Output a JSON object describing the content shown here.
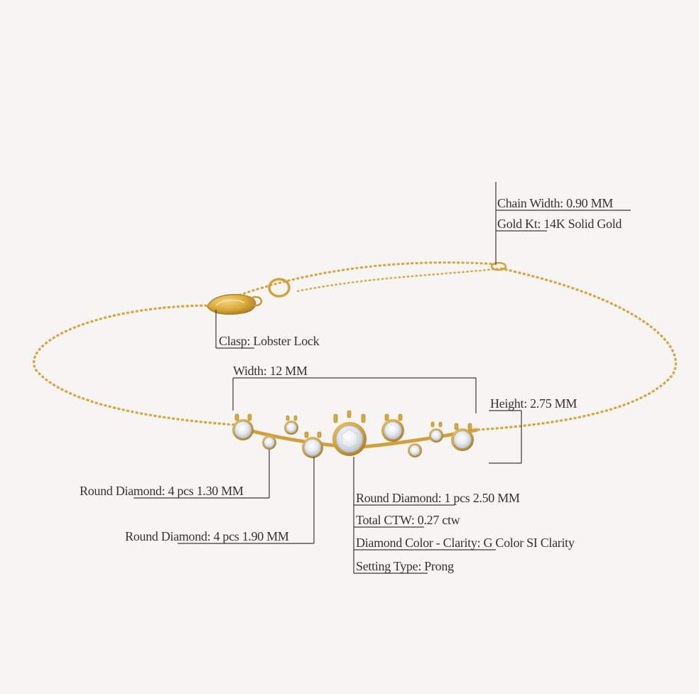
{
  "colors": {
    "background": "#f6f5f3",
    "gold": "#d9a93c",
    "gold_dark": "#b8862a",
    "diamond": "#eef1f4",
    "leader_line": "#3a3a3a"
  },
  "specs": {
    "chain_width": {
      "key": "Chain Width",
      "value": "0.90 MM"
    },
    "gold_kt": {
      "key": "Gold Kt",
      "value": "14K Solid Gold"
    },
    "clasp": {
      "key": "Clasp",
      "value": "Lobster Lock"
    },
    "width": {
      "key": "Width",
      "value": "12 MM"
    },
    "height": {
      "key": "Height",
      "value": "2.75 MM"
    },
    "diamond_small": {
      "key": "Round Diamond",
      "value": "4 pcs 1.30 MM"
    },
    "diamond_medium": {
      "key": "Round Diamond",
      "value": "4 pcs 1.90 MM"
    },
    "diamond_center": {
      "key": "Round Diamond",
      "value": "1 pcs 2.50 MM"
    },
    "total_ctw": {
      "key": "Total CTW",
      "value": "0.27 ctw"
    },
    "color_clarity": {
      "key": "Diamond Color - Clarity",
      "value": "G Color SI Clarity"
    },
    "setting_type": {
      "key": "Setting Type",
      "value": "Prong"
    }
  }
}
